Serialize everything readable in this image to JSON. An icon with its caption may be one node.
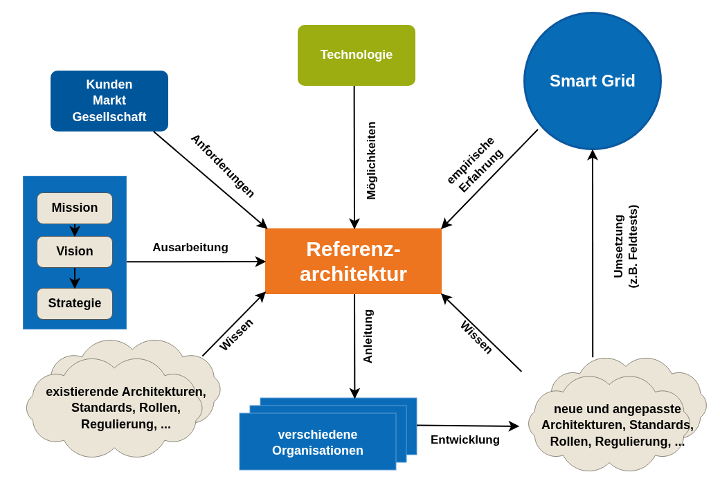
{
  "diagram": {
    "nodes": [
      {
        "text": [
          "Kunden Markt Gesellschaft"
        ]
      },
      {
        "text": [
          "Technologie"
        ]
      },
      {
        "text": [
          "Smart Grid"
        ]
      },
      {
        "text": [],
        "shape": "box"
      },
      {
        "text": [
          "Mission"
        ],
        "in": 3
      },
      {
        "text": [
          "Vision"
        ],
        "in": 3
      },
      {
        "text": [
          "Strategie"
        ],
        "in": 3
      },
      {
        "text": [
          "Referenz- architektur"
        ]
      },
      {
        "text": [
          "existierende Architekturen, Standards, Rollen, Regulierung, ..."
        ]
      },
      {
        "text": [
          "verschiedene Organisationen"
        ]
      },
      {
        "text": [
          "neue und angepasste Architekturen, Standards, Rollen, Regulierung, ..."
        ]
      }
    ],
    "edges": [
      {
        "from": 0,
        "to": 7,
        "arrow": "to",
        "label": "Anforderungen"
      },
      {
        "from": 1,
        "to": 7,
        "arrow": "to",
        "label": "Möglichkeiten"
      },
      {
        "from": 2,
        "to": 7,
        "arrow": "to",
        "label": "empirische Erfahrung"
      },
      {
        "from": 3,
        "to": 7,
        "arrow": "to",
        "label": "Ausarbeitung"
      },
      {
        "from": 4,
        "to": 5,
        "arrow": "to"
      },
      {
        "from": 5,
        "to": 6,
        "arrow": "to"
      },
      {
        "from": 8,
        "to": 7,
        "arrow": "to",
        "label": "Wissen"
      },
      {
        "from": 7,
        "to": 9,
        "arrow": "to",
        "label": "Anleitung"
      },
      {
        "from": 9,
        "to": 10,
        "arrow": "to",
        "label": "Entwicklung"
      },
      {
        "from": 10,
        "to": 7,
        "arrow": "to",
        "label": "Wissen"
      },
      {
        "from": 10,
        "to": 2,
        "arrow": "to",
        "label": "Umsetzung (z.B. Feldtests)"
      }
    ]
  }
}
